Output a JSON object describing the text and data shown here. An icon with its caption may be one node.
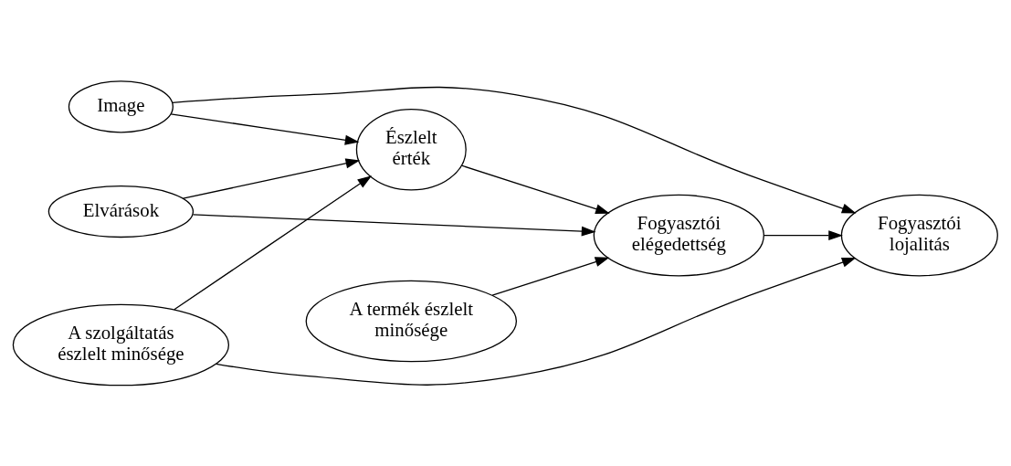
{
  "diagram": {
    "nodes": [
      {
        "text": [
          "Image"
        ]
      },
      {
        "text": [
          "Elvárások"
        ]
      },
      {
        "text": [
          "Észlelt érték"
        ]
      },
      {
        "text": [
          "Fogyasztói elégedettség"
        ]
      },
      {
        "text": [
          "Fogyasztói lojalitás"
        ]
      },
      {
        "text": [
          "A termék észlelt minősége"
        ]
      },
      {
        "text": [
          "A szolgáltatás észlelt minősége"
        ]
      }
    ],
    "edges": [
      {
        "from": 0,
        "to": 4,
        "arrow": "to"
      },
      {
        "from": 0,
        "to": 2,
        "arrow": "to"
      },
      {
        "from": 1,
        "to": 3,
        "arrow": "to"
      },
      {
        "from": 1,
        "to": 2,
        "arrow": "to"
      },
      {
        "from": 2,
        "to": 3,
        "arrow": "to"
      },
      {
        "from": 3,
        "to": 4,
        "arrow": "to"
      },
      {
        "from": 5,
        "to": 3,
        "arrow": "to"
      },
      {
        "from": 6,
        "to": 2,
        "arrow": "to"
      },
      {
        "from": 6,
        "to": 4,
        "arrow": "to"
      }
    ]
  }
}
